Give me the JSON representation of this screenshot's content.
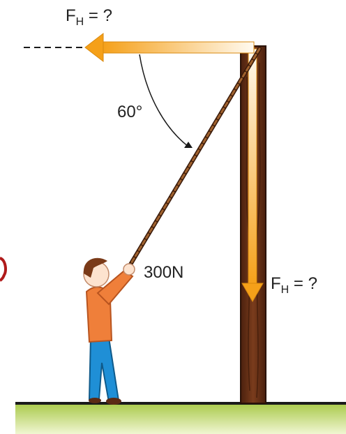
{
  "labels": {
    "force_top": {
      "main": "F",
      "sub": "H",
      "rest": " = ?"
    },
    "force_right": {
      "main": "F",
      "sub": "H",
      "rest": " = ?"
    },
    "angle": "60°",
    "tension": "300N"
  },
  "colors": {
    "arrow_orange": "#f5a019",
    "arrow_light": "#fde8b8",
    "pole_dark": "#5b2a14",
    "pole_mid": "#7a3c1c",
    "rope": "#6b3a1f",
    "ground_top": "#a9c94a",
    "ground_bottom": "#eaf3c2",
    "shirt": "#ef7f3a",
    "pants": "#1f8fd6",
    "hair": "#7a3a18",
    "skin": "#fde3cf"
  },
  "icons": {
    "person": "person-pulling-rope-icon",
    "pole": "wooden-pole-icon"
  }
}
